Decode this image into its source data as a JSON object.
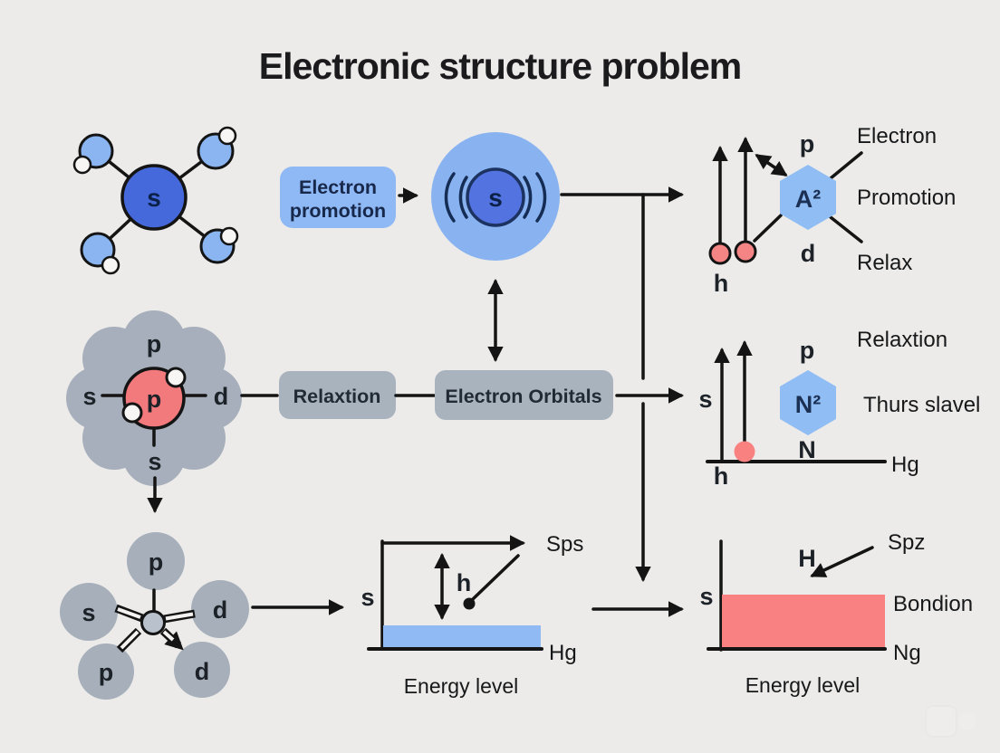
{
  "title": "Electronic structure problem",
  "colors": {
    "background": "#ecebe9",
    "royal_blue": "#4568da",
    "light_blue": "#8ab5f1",
    "shell_inner_blue": "#5273e0",
    "box_blue": "#8fb9f5",
    "hex_blue": "#8fbdf4",
    "node_gray": "#a6afbb",
    "box_gray": "#a9b3be",
    "coral_red": "#f2797c",
    "dot_red": "#f58585",
    "band_blue": "#8fbaf3",
    "band_red": "#f98181",
    "ink": "#141414"
  },
  "molecule_top_left": {
    "center_label": "s"
  },
  "promotion_box": {
    "line1": "Electron",
    "line2": "promotion"
  },
  "shell_atom": {
    "core_label": "s"
  },
  "promotion_diagram": {
    "h": "h",
    "p": "p",
    "hexagon": "A²",
    "d": "d",
    "label_electron": "Electron",
    "label_promotion": "Promotion",
    "label_relax": "Relax"
  },
  "flower_molecule": {
    "top": "p",
    "left": "s",
    "center": "p",
    "right": "d",
    "bottom": "s"
  },
  "relaxtion_box": {
    "label": "Relaxtion"
  },
  "orbitals_box": {
    "label": "Electron Orbitals"
  },
  "relaxation_diagram": {
    "s": "s",
    "h": "h",
    "p": "p",
    "hexagon": "N²",
    "n": "N",
    "hg": "Hg",
    "label_relaxtion": "Relaxtion",
    "label_thurs": "Thurs slavel"
  },
  "hybrid_molecule": {
    "top": "p",
    "left": "s",
    "right": "d",
    "bottom_left": "p",
    "bottom_right": "d"
  },
  "energy_diagram_left": {
    "s": "s",
    "h": "h",
    "sps": "Sps",
    "hg": "Hg",
    "caption": "Energy level"
  },
  "energy_diagram_right": {
    "s": "s",
    "h": "H",
    "spz": "Spz",
    "bondion": "Bondion",
    "ng": "Ng",
    "caption": "Energy level"
  }
}
